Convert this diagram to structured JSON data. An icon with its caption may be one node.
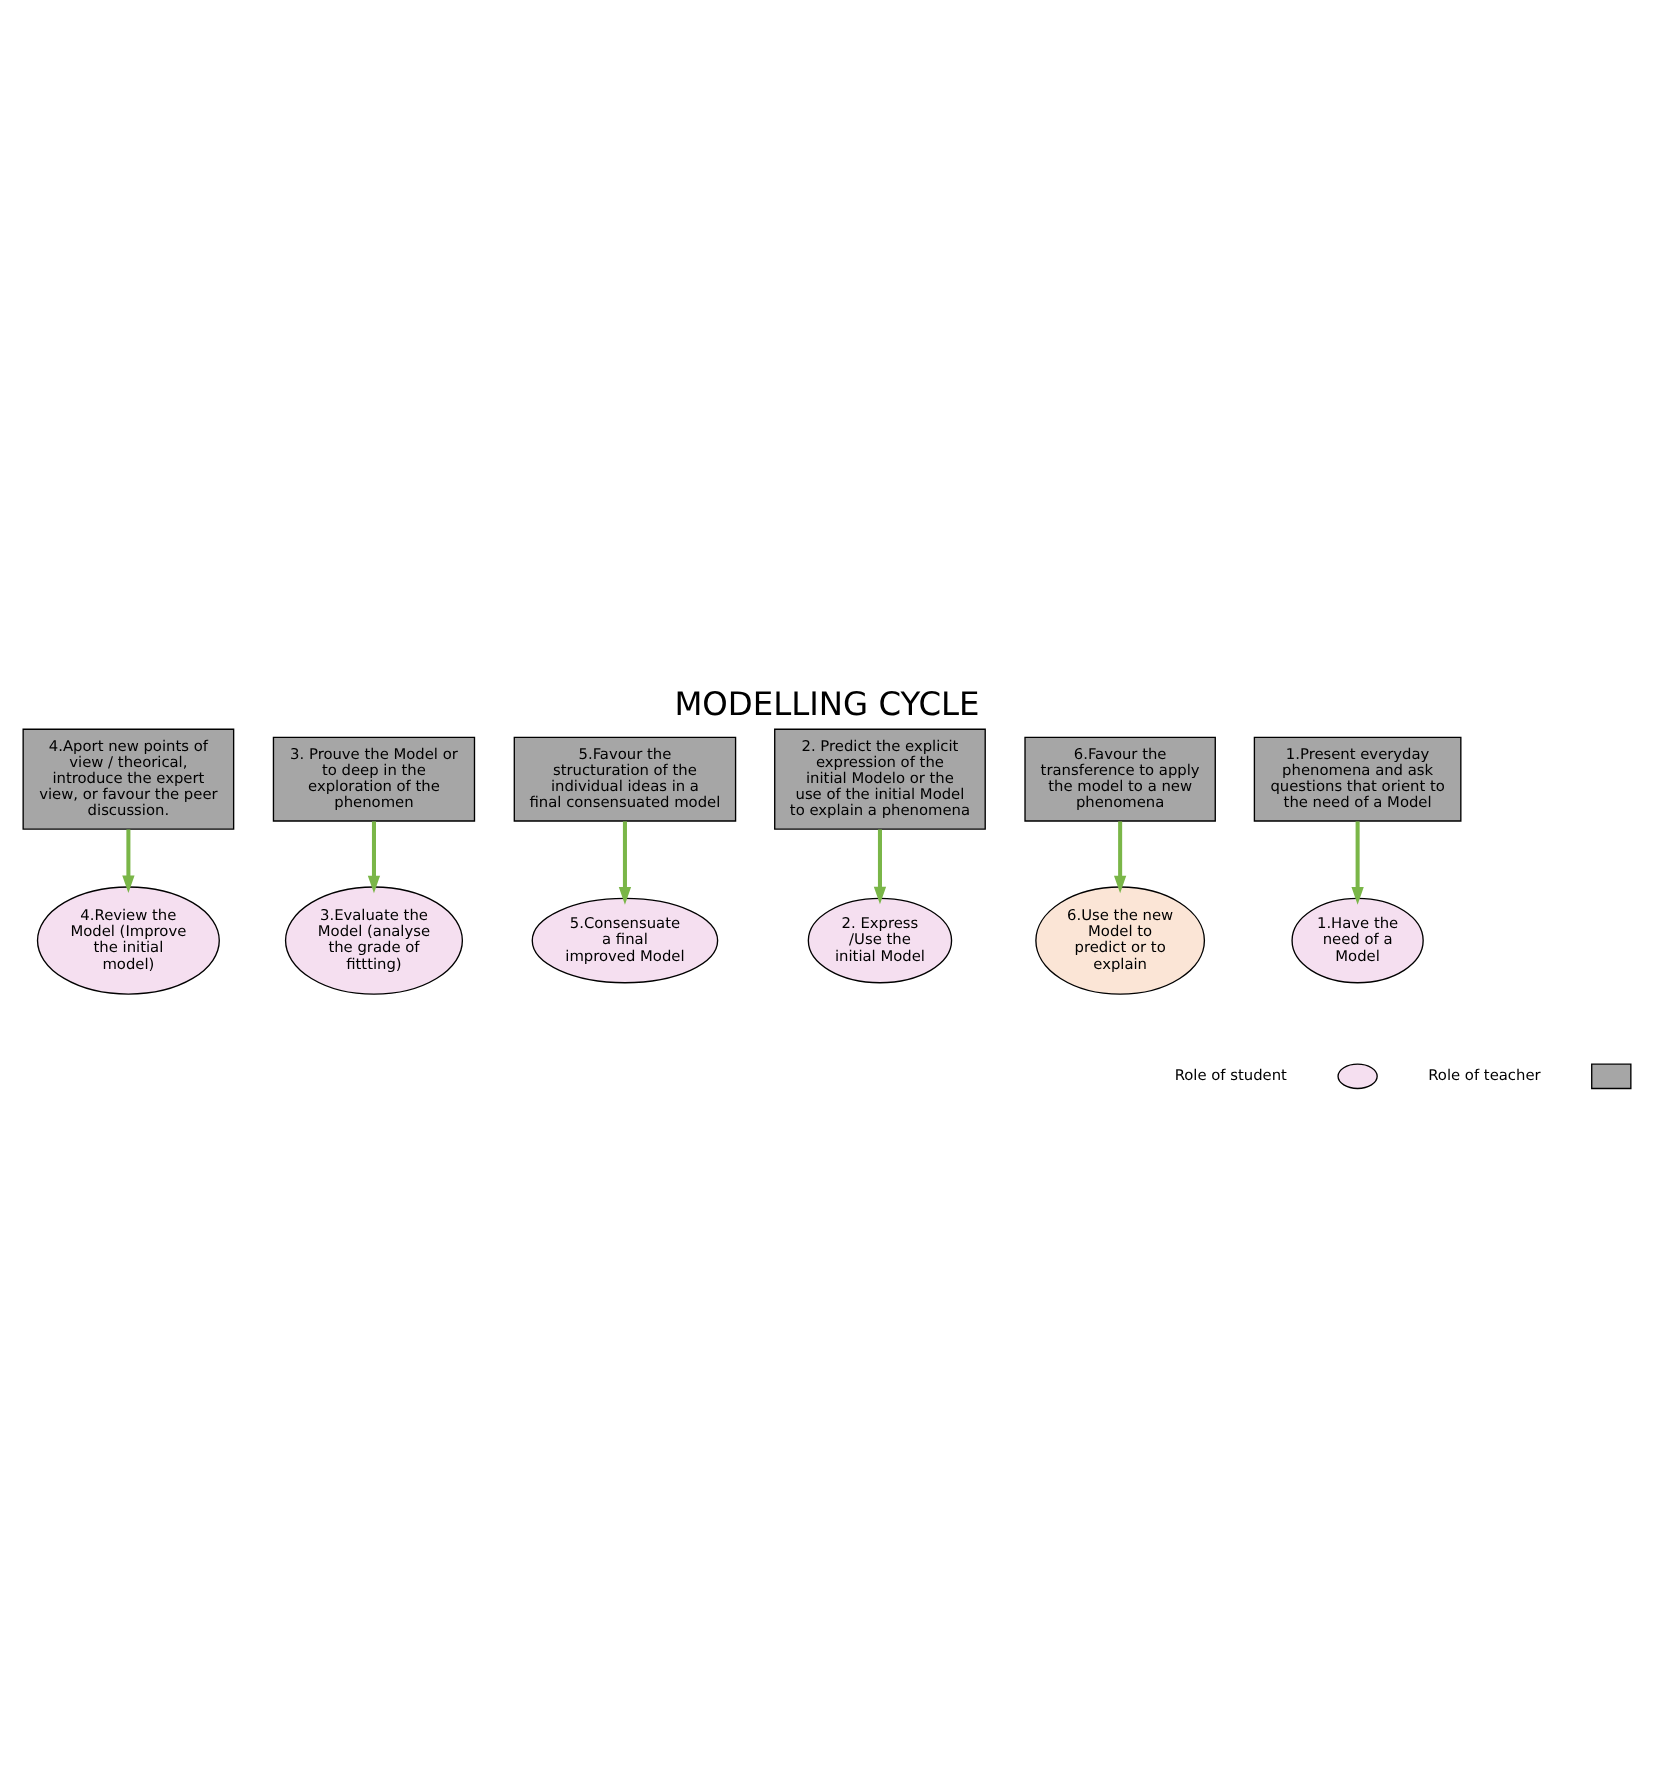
{
  "diagram": {
    "title": "MODELLING CYCLE",
    "nodes": [
      {
        "text": [
          "4.Aport new points of view / theorical, introduce the expert view, or favour the peer discussion."
        ]
      },
      {
        "text": [
          "3. Prouve the Model or to deep in the exploration of the phenomen"
        ]
      },
      {
        "text": [
          "5.Favour the structuration of the individual ideas in a final consensuated model"
        ]
      },
      {
        "text": [
          "4.Review the Model (Improve the initial model)"
        ]
      },
      {
        "text": [
          "3.Evaluate the Model (analyse the grade of fittting)"
        ]
      },
      {
        "text": [
          "5.Consensuate a final improved Model"
        ]
      },
      {
        "text": [
          "2. Express /Use the initial Model"
        ]
      },
      {
        "text": [
          "6.Use the new Model to predict or to explain"
        ]
      },
      {
        "text": [
          "6.Favour the transference to apply the model to a new phenomena"
        ]
      },
      {
        "text": [
          "2. Predict the explicit expression of the initial Modelo or the use of the initial Model to explain a phenomena"
        ]
      },
      {
        "text": [
          "1.Have the need of a Model"
        ]
      },
      {
        "text": [
          "1.Present everyday phenomena and ask questions that orient to the need of a Model"
        ]
      }
    ],
    "edges": [
      {
        "from": 0,
        "to": 3,
        "arrow": "to"
      },
      {
        "from": 1,
        "to": 4,
        "arrow": "to"
      },
      {
        "from": 2,
        "to": 5,
        "arrow": "to"
      },
      {
        "from": 9,
        "to": 6,
        "arrow": "to"
      },
      {
        "from": 8,
        "to": 7,
        "arrow": "to"
      },
      {
        "from": 11,
        "to": 10,
        "arrow": "to"
      }
    ],
    "legend": [
      {
        "text": "Role of student",
        "color": "#f5dff0"
      },
      {
        "text": "Role of teacher",
        "color": "#a6a6a6"
      }
    ]
  }
}
